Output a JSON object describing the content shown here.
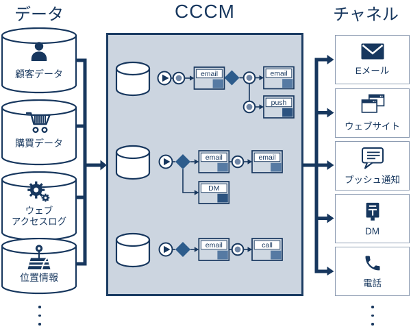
{
  "titles": {
    "left": "データ",
    "center": "CCCM",
    "right": "チャネル"
  },
  "data_sources": [
    {
      "label": "顧客データ",
      "icon": "person-icon"
    },
    {
      "label": "購買データ",
      "icon": "shopping-cart-icon"
    },
    {
      "label": "ウェブ\nアクセスログ",
      "icon": "gears-icon"
    },
    {
      "label": "位置情報",
      "icon": "map-location-icon"
    }
  ],
  "workflows": [
    {
      "main": [
        "email",
        "email"
      ],
      "branch": "push"
    },
    {
      "main": [
        "email",
        "email"
      ],
      "branch": "DM"
    },
    {
      "main": [
        "email",
        "call"
      ]
    }
  ],
  "channels": [
    {
      "label": "Eメール",
      "icon": "envelope-icon"
    },
    {
      "label": "ウェブサイト",
      "icon": "browser-windows-icon"
    },
    {
      "label": "プッシュ通知",
      "icon": "speech-bubble-icon"
    },
    {
      "label": "DM",
      "icon": "postbox-icon"
    },
    {
      "label": "電話",
      "icon": "phone-icon"
    }
  ],
  "colors": {
    "navy": "#17375e",
    "panel_bg": "#ccd5e0",
    "task_bg": "#cfd8e2",
    "medium_blue": "#567aa3",
    "dark_blue": "#2c5380",
    "timer_fill": "#7086a5",
    "diamond_fill": "#2d5c8c",
    "channel_border": "#8d9cb2"
  }
}
